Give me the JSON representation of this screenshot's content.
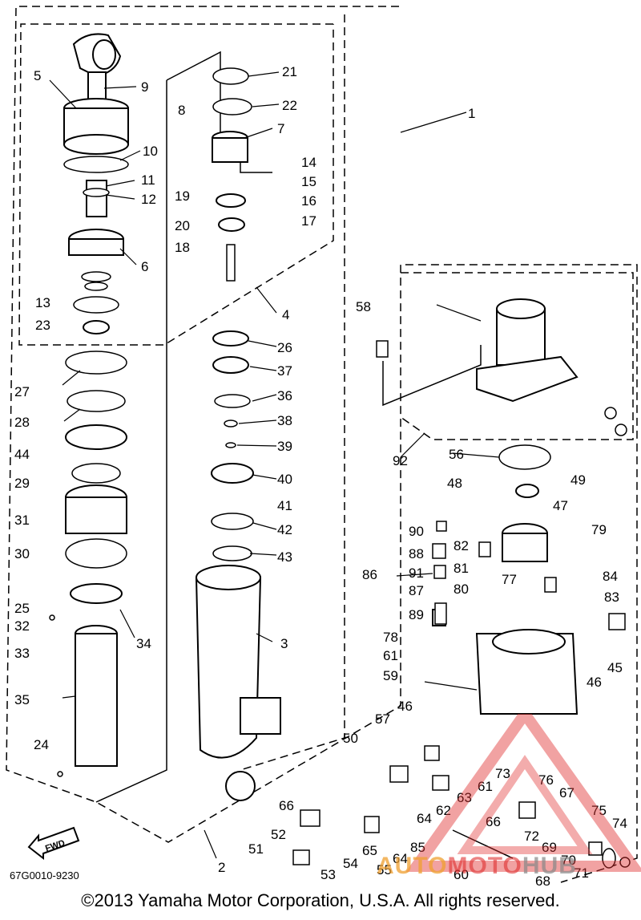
{
  "diagram": {
    "document_code": "67G0010-9230",
    "fwd_label": "FWD",
    "copyright": "©2013 Yamaha Motor Corporation, U.S.A. All rights reserved.",
    "watermark": {
      "part1": "AUTO",
      "part2": "MOTO",
      "part3": "HUB"
    },
    "colors": {
      "line": "#000000",
      "background": "#ffffff",
      "watermark_red": "#e03030",
      "watermark_orange": "#f0a030"
    },
    "callouts": [
      "1",
      "2",
      "3",
      "4",
      "5",
      "6",
      "7",
      "8",
      "9",
      "10",
      "11",
      "12",
      "13",
      "14",
      "15",
      "16",
      "17",
      "18",
      "19",
      "20",
      "21",
      "22",
      "23",
      "24",
      "25",
      "26",
      "27",
      "28",
      "29",
      "30",
      "31",
      "32",
      "33",
      "34",
      "35",
      "36",
      "37",
      "38",
      "39",
      "40",
      "41",
      "42",
      "43",
      "44",
      "45",
      "46",
      "47",
      "48",
      "49",
      "50",
      "51",
      "52",
      "53",
      "54",
      "55",
      "56",
      "57",
      "58",
      "59",
      "60",
      "61",
      "62",
      "63",
      "64",
      "65",
      "66",
      "67",
      "68",
      "69",
      "70",
      "71",
      "72",
      "73",
      "74",
      "75",
      "76",
      "77",
      "78",
      "79",
      "80",
      "81",
      "82",
      "83",
      "84",
      "85",
      "86",
      "87",
      "88",
      "89",
      "90",
      "91",
      "92"
    ]
  }
}
